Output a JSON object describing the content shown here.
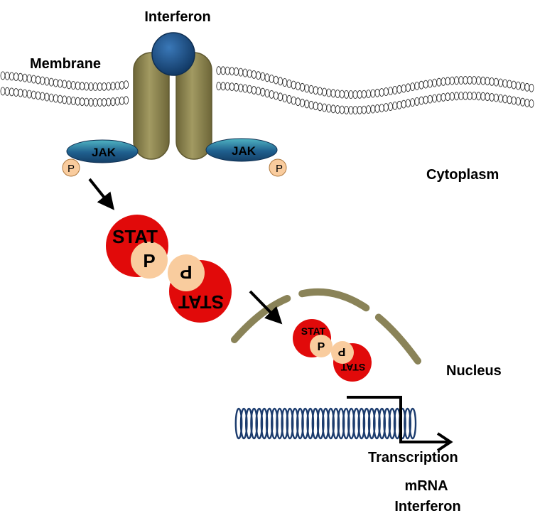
{
  "labels": {
    "interferon_top": "Interferon",
    "membrane": "Membrane",
    "cytoplasm": "Cytoplasm",
    "nucleus": "Nucleus",
    "transcription": "Transcription",
    "mrna": "mRNA",
    "interferon_bottom": "Interferon"
  },
  "jak": {
    "left": "JAK",
    "right": "JAK"
  },
  "phospho": {
    "jak_left": "P",
    "jak_right": "P",
    "dimer_a": "P",
    "dimer_b": "P",
    "small_a": "P",
    "small_b": "P"
  },
  "stat": {
    "dimer_a": "STAT",
    "dimer_b": "STAT",
    "small_a": "STAT",
    "small_b": "STAT"
  },
  "colors": {
    "receptor": "#8c8450",
    "receptor_dark": "#5e5830",
    "ligand": "#1d4f86",
    "jak": "#1f5f8e",
    "jak_highlight": "#46a7b8",
    "stat": "#e10a0a",
    "phosphate": "#f9cc9e",
    "nuclear_envelope": "#8a8358",
    "dna": "#1c3c6e",
    "arrow": "#000000"
  }
}
